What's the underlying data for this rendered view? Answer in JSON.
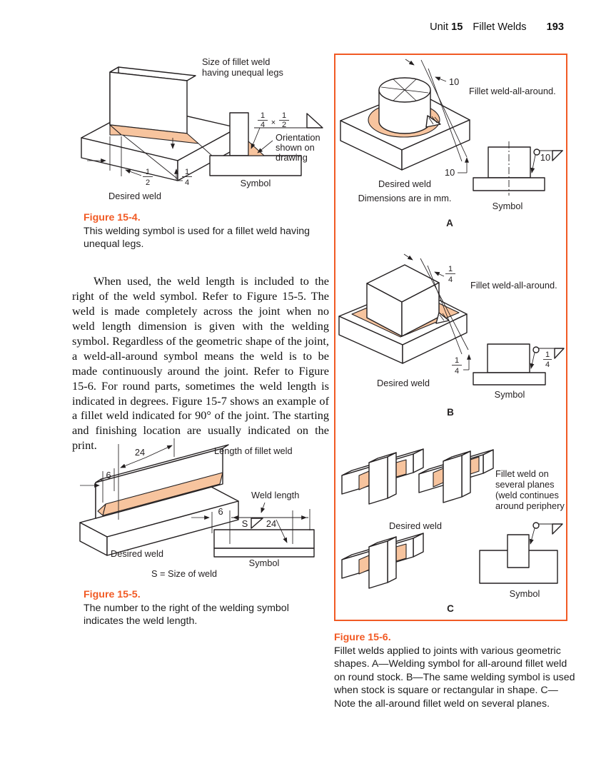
{
  "header": {
    "unit_label": "Unit",
    "unit_number": "15",
    "unit_title": "Fillet Welds",
    "page_number": "193"
  },
  "colors": {
    "accent_orange": "#F15A24",
    "weld_fill": "#F7C49E",
    "line": "#231F20"
  },
  "tokens": {
    "one": "1",
    "two": "2",
    "four": "4",
    "six": "6",
    "ten": "10",
    "twenty_four": "24",
    "s": "S",
    "times": "×"
  },
  "common": {
    "desired_weld": "Desired weld",
    "symbol": "Symbol"
  },
  "fig4": {
    "callout_line1": "Size of fillet weld",
    "callout_line2": "having unequal legs",
    "orientation_line1": "Orientation",
    "orientation_line2": "shown on",
    "orientation_line3": "drawing",
    "caption_title": "Figure 15-4.",
    "caption_text": "This welding symbol is used for a fillet weld having unequal legs."
  },
  "body_paragraph": "When used, the weld length is included to the right of the weld symbol. Refer to Figure 15-5. The weld is made completely across the joint when no weld length dimension is given with the welding symbol. Regardless of the geometric shape of the joint, a weld-all-around symbol means the weld is to be made continuously around the joint. Refer to Figure 15-6. For round parts, sometimes the weld length is indicated in degrees. Figure 15-7 shows an example of a fillet weld indicated for 90° of the joint. The starting and finishing location are usually indicated on the print.",
  "fig5": {
    "length_label": "Length of fillet weld",
    "weld_length_label": "Weld length",
    "s_legend": "S = Size of weld",
    "caption_title": "Figure 15-5.",
    "caption_text": "The number to the right of the welding symbol indicates the weld length."
  },
  "fig6": {
    "a": {
      "letter": "A",
      "note": "Fillet weld-all-around.",
      "dims_note": "Dimensions are in mm."
    },
    "b": {
      "letter": "B",
      "note": "Fillet weld-all-around."
    },
    "c": {
      "letter": "C",
      "note_line1": "Fillet weld on",
      "note_line2": "several planes",
      "note_line3": "(weld continues",
      "note_line4": "around periphery)."
    },
    "caption_title": "Figure 15-6.",
    "caption_text": "Fillet welds applied to joints with various geometric shapes. A—Welding symbol for all-around fillet weld on round stock. B—The same welding symbol is used when stock is square or rectangular in shape. C—Note the all-around fillet weld on several planes."
  }
}
